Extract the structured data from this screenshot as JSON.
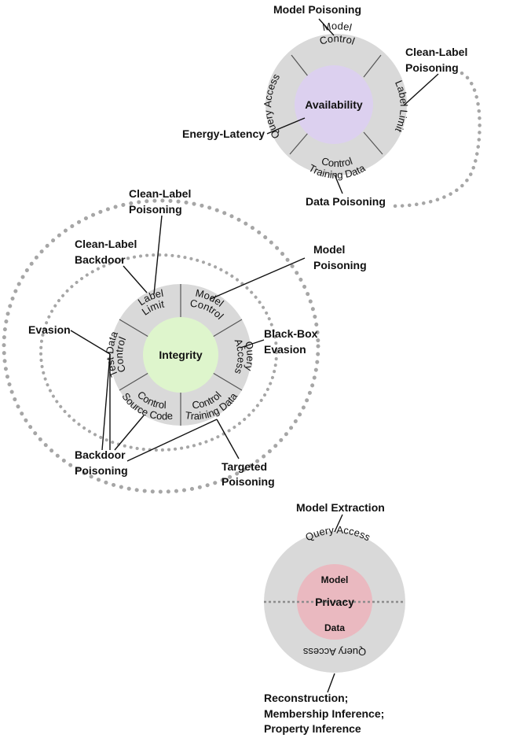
{
  "availability": {
    "core": "Availability",
    "segments": {
      "model_control": [
        "Model",
        "Control"
      ],
      "label_limit": "Label Limit",
      "training_data_control": [
        "Training Data",
        "Control"
      ],
      "query_access": "Query Access"
    },
    "attacks": {
      "model_poisoning": "Model Poisoning",
      "clean_label_poisoning": [
        "Clean-Label",
        "Poisoning"
      ],
      "energy_latency": "Energy-Latency",
      "data_poisoning": "Data Poisoning"
    }
  },
  "integrity": {
    "core": "Integrity",
    "segments": {
      "label_limit": [
        "Label",
        "Limit"
      ],
      "model_control": [
        "Model",
        "Control"
      ],
      "query_access": [
        "Query",
        "Access"
      ],
      "training_data_control": [
        "Training Data",
        "Control"
      ],
      "source_code_control": [
        "Source Code",
        "Control"
      ],
      "test_data_control": [
        "Test Data",
        "Control"
      ]
    },
    "attacks": {
      "clean_label_poisoning": [
        "Clean-Label",
        "Poisoning"
      ],
      "clean_label_backdoor": [
        "Clean-Label",
        "Backdoor"
      ],
      "model_poisoning": [
        "Model",
        "Poisoning"
      ],
      "evasion": "Evasion",
      "black_box_evasion": [
        "Black-Box",
        "Evasion"
      ],
      "backdoor_poisoning": [
        "Backdoor",
        "Poisoning"
      ],
      "targeted_poisoning": [
        "Targeted",
        "Poisoning"
      ]
    }
  },
  "privacy": {
    "core": "Privacy",
    "inner_top": "Model",
    "inner_bottom": "Data",
    "segments": {
      "query_access_top": "Query Access",
      "query_access_bottom": "Query Access"
    },
    "attacks": {
      "model_extraction": "Model Extraction",
      "inference": [
        "Reconstruction;",
        "Membership Inference;",
        "Property Inference"
      ]
    }
  },
  "colors": {
    "ring": "#d9d9d9",
    "availability_core": "#dcd0ef",
    "integrity_core": "#def5cc",
    "privacy_core": "#eab9c0",
    "dotted": "#a6a6a6"
  }
}
